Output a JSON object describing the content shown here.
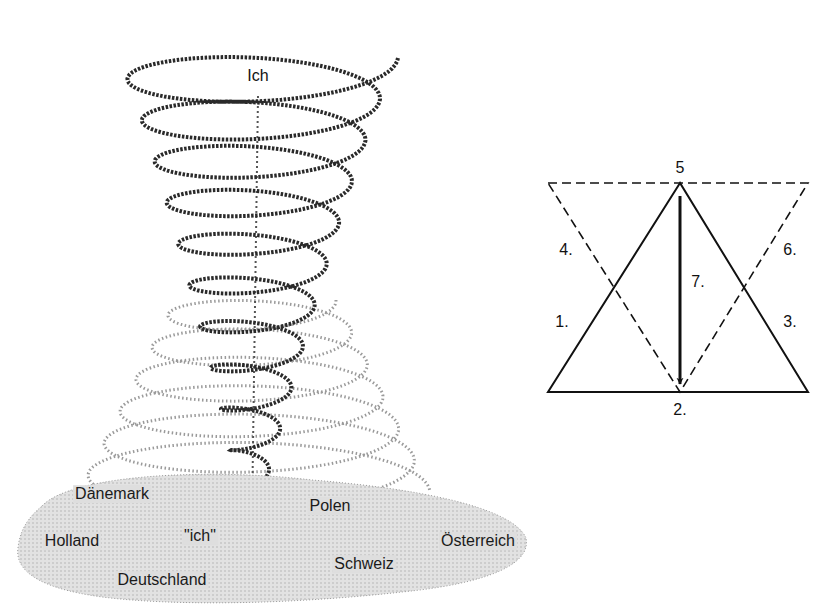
{
  "diagram": {
    "nodes": [
      {
        "text": [
          "Dänemark",
          "Polen",
          "Holland",
          "\"ich\"",
          "Österreich",
          "Schweiz",
          "Deutschland"
        ]
      }
    ],
    "labels": [
      "Ich",
      "5",
      "4.",
      "6.",
      "7.",
      "1.",
      "3.",
      "2."
    ]
  }
}
